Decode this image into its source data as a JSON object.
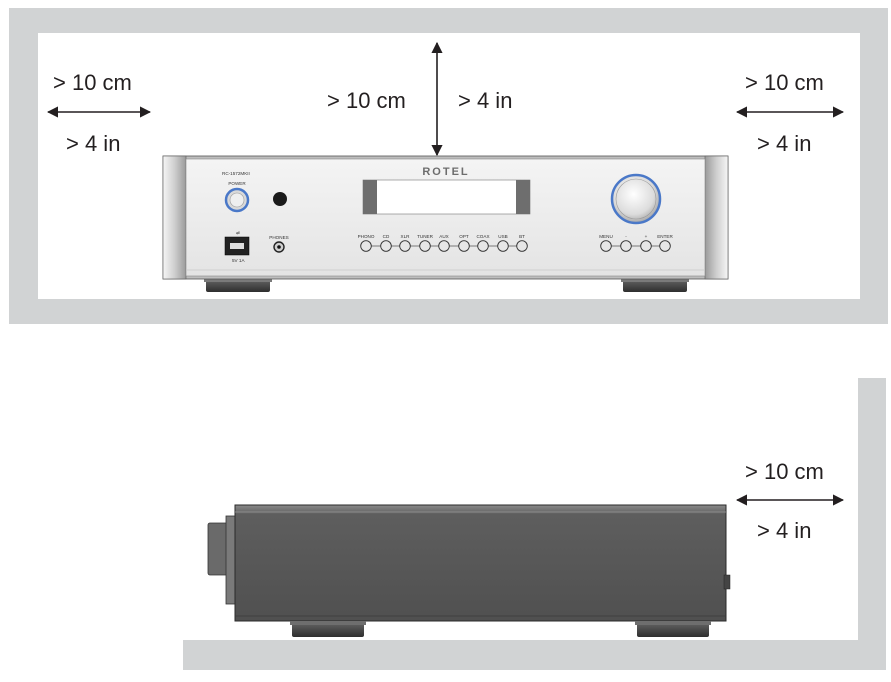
{
  "clearance": {
    "front_view": {
      "left": {
        "metric": "> 10 cm",
        "imperial": "> 4 in"
      },
      "top": {
        "metric": "> 10 cm",
        "imperial": "> 4 in"
      },
      "right": {
        "metric": "> 10 cm",
        "imperial": "> 4 in"
      }
    },
    "side_view": {
      "right": {
        "metric": "> 10 cm",
        "imperial": "> 4 in"
      }
    }
  },
  "device": {
    "brand": "ROTEL",
    "model": "RC-1572MKII",
    "power_label": "POWER",
    "phones_label": "PHONES",
    "usb_label": "5V 1A",
    "input_labels": [
      "PHONO",
      "CD",
      "XLR",
      "TUNER",
      "AUX",
      "OPT",
      "COAX",
      "USB",
      "BT"
    ],
    "control_labels": [
      "MENU",
      "-",
      "+",
      "ENTER"
    ]
  },
  "colors": {
    "wall": "#d1d3d4",
    "label_text": "#231f20",
    "chassis_side": "#5a5a5a",
    "faceplate": "#eeeeee",
    "accent_ring": "#4a78c8"
  }
}
